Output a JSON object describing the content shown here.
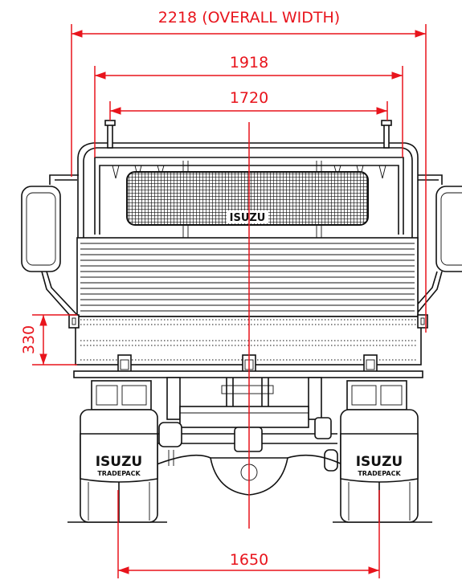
{
  "dimensions": {
    "overall_width": "2218 (OVERALL WIDTH)",
    "cab_width": "1918",
    "deck_width": "1720",
    "side_height": "330",
    "wheel_track": "1650"
  },
  "badges": {
    "grille_brand": "ISUZU",
    "left_flap_brand": "ISUZU",
    "left_flap_sub": "TRADEPACK",
    "right_flap_brand": "ISUZU",
    "right_flap_sub": "TRADEPACK"
  },
  "colors": {
    "dimension": "#e8141c",
    "outline": "#111111",
    "background": "#ffffff"
  }
}
